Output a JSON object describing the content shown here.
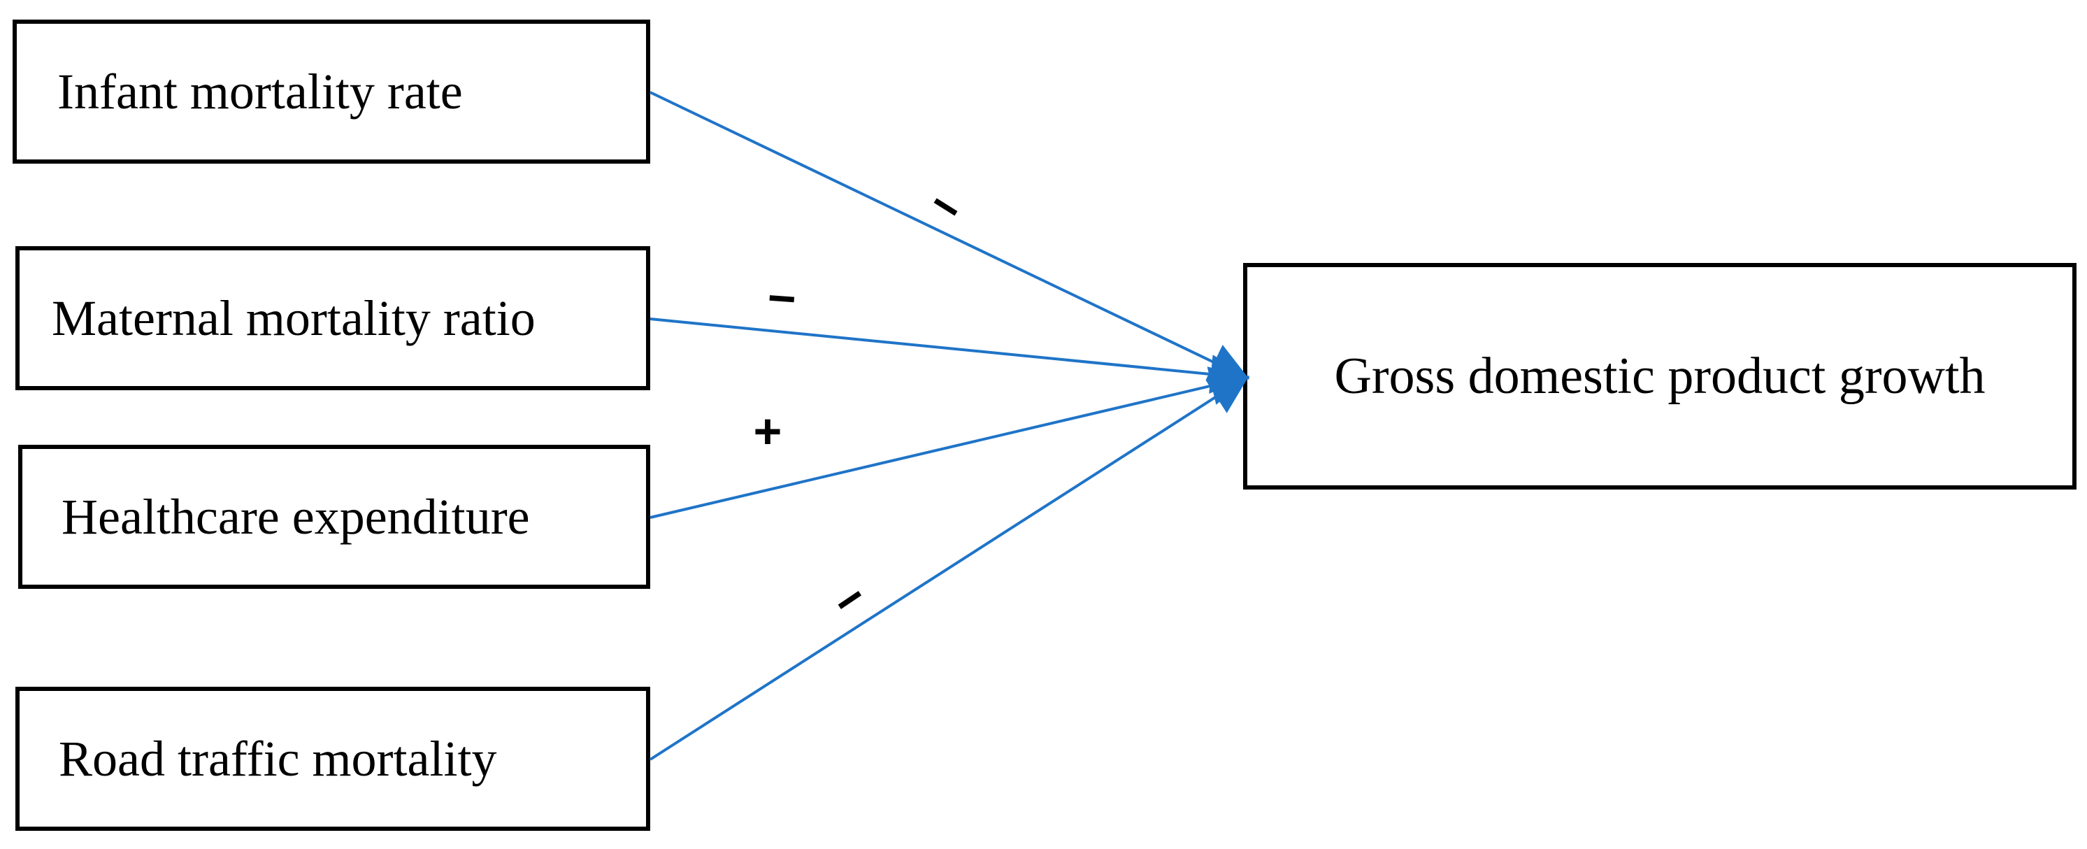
{
  "diagram": {
    "colors": {
      "arrow": "#1f74c8",
      "box_border": "#000000",
      "text": "#000000",
      "sign": "#000000"
    },
    "nodes": {
      "infant_mortality": {
        "label": "Infant mortality rate"
      },
      "maternal_mortality": {
        "label": "Maternal mortality ratio"
      },
      "healthcare_expenditure": {
        "label": "Healthcare expenditure"
      },
      "road_traffic_mortality": {
        "label": "Road traffic mortality"
      },
      "gdp_growth": {
        "label": "Gross domestic product growth"
      }
    },
    "edges": [
      {
        "from": "infant_mortality",
        "to": "gdp_growth",
        "sign": "−"
      },
      {
        "from": "maternal_mortality",
        "to": "gdp_growth",
        "sign": "−"
      },
      {
        "from": "healthcare_expenditure",
        "to": "gdp_growth",
        "sign": "+"
      },
      {
        "from": "road_traffic_mortality",
        "to": "gdp_growth",
        "sign": "−"
      }
    ]
  }
}
